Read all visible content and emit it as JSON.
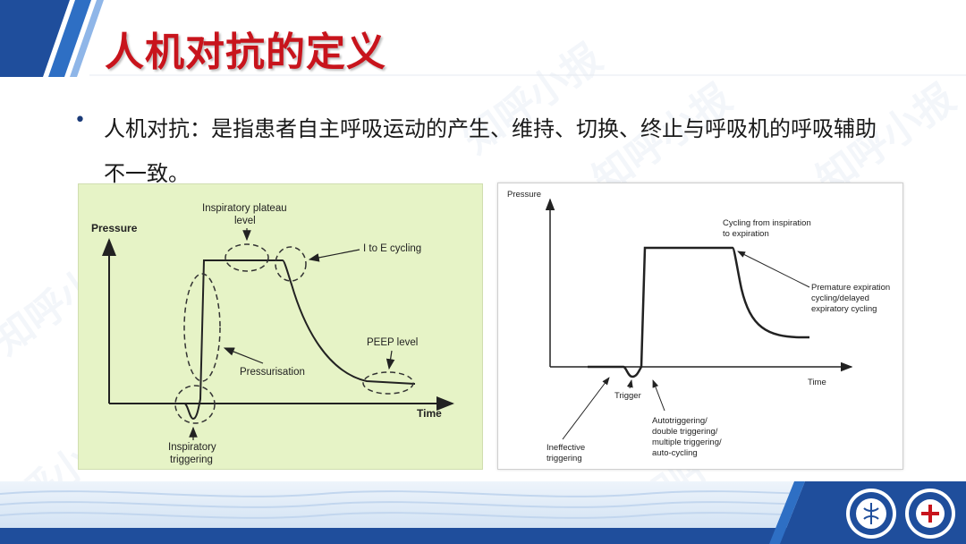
{
  "slide": {
    "title": "人机对抗的定义",
    "body_text": "人机对抗：是指患者自主呼吸运动的产生、维持、切换、终止与呼吸机的呼吸辅助不一致。",
    "watermark": "知呼小报"
  },
  "left_diagram": {
    "y_axis_label": "Pressure",
    "x_axis_label": "Time",
    "annotations": {
      "plateau": [
        "Inspiratory plateau",
        "level"
      ],
      "cycling": "I to E cycling",
      "pressurisation": "Pressurisation",
      "peep": "PEEP level",
      "triggering": [
        "Inspiratory",
        "triggering"
      ]
    }
  },
  "right_diagram": {
    "y_axis_label": "Pressure",
    "x_axis_label": "Time",
    "annotations": {
      "cycling": [
        "Cycling from inspiration",
        "to expiration"
      ],
      "premature": [
        "Premature expiration",
        "cycling/delayed",
        "expiratory cycling"
      ],
      "trigger": "Trigger",
      "ineffective": [
        "Ineffective",
        "triggering"
      ],
      "autotriggering": [
        "Autotriggering/",
        "double triggering/",
        "multiple triggering/",
        "auto-cycling"
      ]
    }
  },
  "colors": {
    "title_red": "#c8141c",
    "accent_blue": "#1f4e9c",
    "left_panel_bg": "#e6f3c6"
  }
}
